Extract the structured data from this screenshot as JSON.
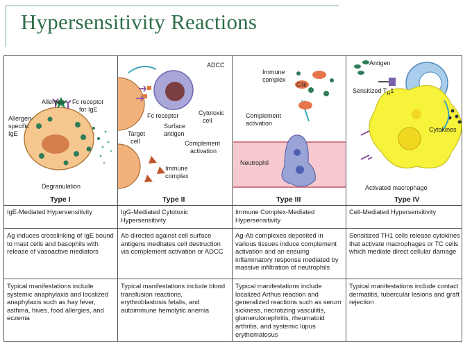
{
  "title": "Hypersensitivity Reactions",
  "panels": [
    {
      "type_label": "Type I",
      "labels": {
        "allergen": "Allergen",
        "fc_receptor": "Fc receptor",
        "for_ige": "for IgE",
        "allergen_specific_1": "Allergen-",
        "allergen_specific_2": "specific",
        "allergen_specific_3": "IgE",
        "degranulation": "Degranulation"
      }
    },
    {
      "type_label": "Type II",
      "labels": {
        "adcc": "ADCC",
        "fc_receptor": "Fc receptor",
        "cytotoxic_1": "Cytotoxic",
        "cytotoxic_2": "cell",
        "surface_1": "Surface",
        "surface_2": "antigen",
        "target_1": "Target",
        "target_2": "cell",
        "complement_1": "Complement",
        "complement_2": "activation",
        "immune_1": "Immune",
        "immune_2": "complex"
      }
    },
    {
      "type_label": "Type III",
      "labels": {
        "immune_1": "Immune",
        "immune_2": "complex",
        "c3b": "C3b",
        "complement_1": "Complement",
        "complement_2": "activation",
        "neutrophil": "Neutrophil"
      }
    },
    {
      "type_label": "Type IV",
      "labels": {
        "antigen": "Antigen",
        "sensitized": "Sensitized T",
        "sensitized_sub": "H",
        "sensitized_tail": "1",
        "cytokines": "Cytokines",
        "activated_macrophage": "Activated macrophage"
      }
    }
  ],
  "rows": {
    "mechanism_name": [
      "IgE-Mediated Hypersensitivity",
      "IgG-Mediated Cytotoxic Hypersensitivity",
      "Immune Complex-Mediated Hypersensitivity",
      "Cell-Mediated Hypersensitivity"
    ],
    "description": [
      "Ag induces crosslinking of IgE bound to mast cells and basophils with release of vasoactive mediators",
      "Ab directed against cell surface antigens meditates cell destruction via complement activation or ADCC",
      "Ag-Ab complexes deposited in various tissues induce complement activation and an ensuing inflammatory response mediated by massive infiltration of neutrophils",
      "Sensitized TH1 cells release cytokines that activate macrophages or TC cells which mediate direct cellular damage"
    ],
    "manifestations": [
      "Typical manifestations include systemic anaphylaxis and localized anaphylaxis such as hay fever, asthma, hives, food allergies, and eczema",
      "Typical manifestations include blood transfusion reactions, erythroblastosis fetalis, and autoimmune hemolytic anemia",
      "Typical manifestations include localized Arthus reaction and generalized reactions such as serum sickness, necrotizing vasculitis, glomerulonephritis, rheumatoid arthritis, and systemic lupus erythematosus",
      "Typical manifestations include contact dermatitis, tubercular lesions and graft rejection"
    ]
  },
  "colors": {
    "title": "#2f6e49",
    "mast_cell": "#f5c78e",
    "nucleus": "#2e7d58",
    "cytotoxic": "#a9a6d8",
    "target": "#f2b07a",
    "vessel": "#f5c9cf",
    "macrophage": "#f7f23a",
    "th1": "#a9cdea"
  }
}
